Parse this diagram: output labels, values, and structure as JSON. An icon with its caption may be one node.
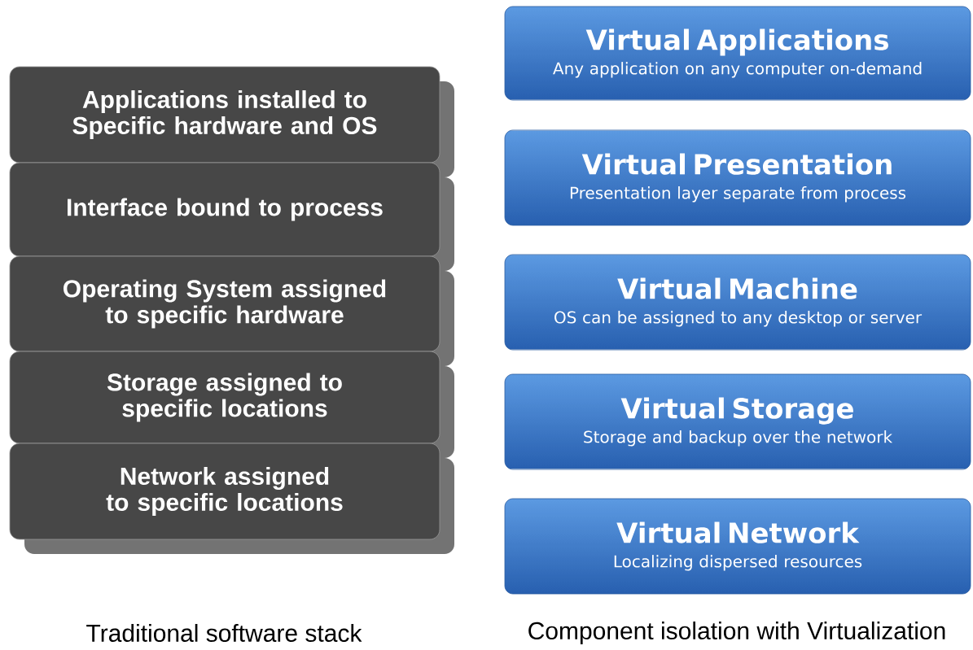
{
  "diagram": {
    "nodes": [
      {
        "text": [
          "Applications installed to Specific hardware and OS"
        ]
      },
      {
        "text": [
          "Interface bound to process"
        ]
      },
      {
        "text": [
          "Operating System assigned to specific hardware"
        ]
      },
      {
        "text": [
          "Storage assigned to specific locations"
        ]
      },
      {
        "text": [
          "Network assigned to specific locations"
        ]
      },
      {
        "text": [
          "Virtual Applications",
          "Any application on any computer on-demand"
        ]
      },
      {
        "text": [
          "Virtual Presentation",
          "Presentation layer separate from process"
        ]
      },
      {
        "text": [
          "Virtual Machine",
          "OS can be assigned to any desktop or server"
        ]
      },
      {
        "text": [
          "Virtual Storage",
          "Storage and backup over the network"
        ]
      },
      {
        "text": [
          "Virtual Network",
          "Localizing dispersed resources"
        ]
      }
    ],
    "labels": [
      "Traditional software stack",
      "Component isolation with Virtualization"
    ]
  }
}
